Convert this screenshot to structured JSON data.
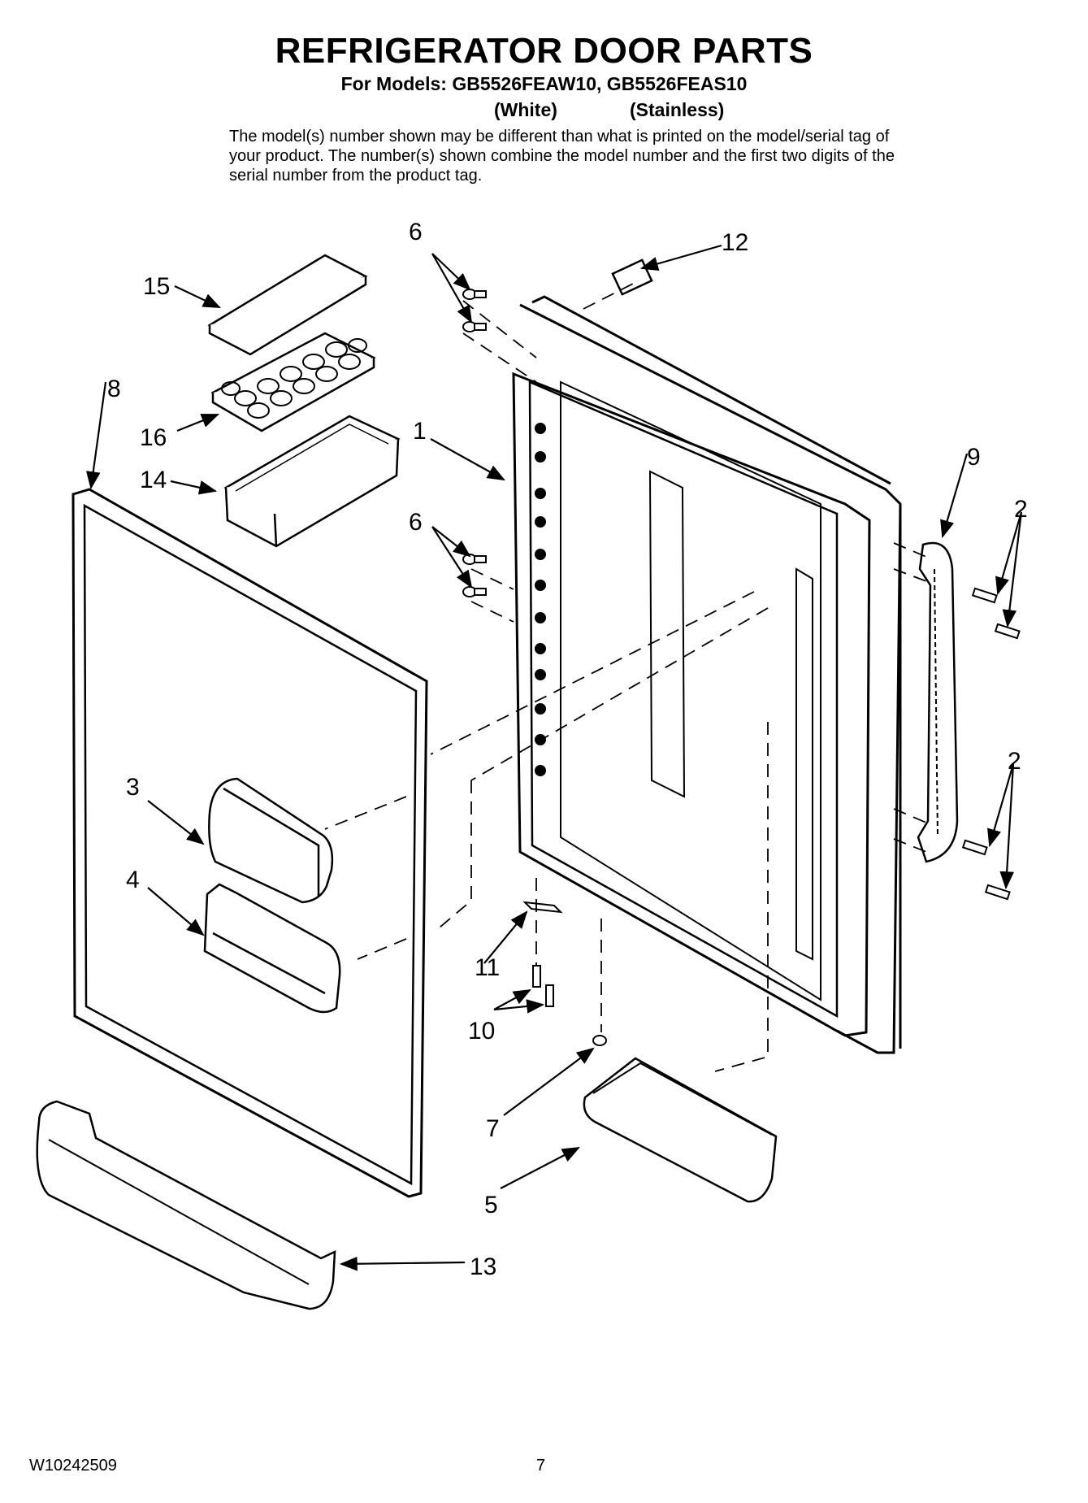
{
  "header": {
    "title": "REFRIGERATOR DOOR PARTS",
    "models_line": "For Models: GB5526FEAW10, GB5526FEAS10",
    "variant_white": "(White)",
    "variant_stainless": "(Stainless)",
    "note": "The model(s) number shown may be different than what is printed on the model/serial tag of your product. The number(s) shown combine the model number and the first two digits of the serial number from the product tag."
  },
  "callouts": {
    "c1": "1",
    "c2a": "2",
    "c2b": "2",
    "c3": "3",
    "c4": "4",
    "c5": "5",
    "c6a": "6",
    "c6b": "6",
    "c7": "7",
    "c8": "8",
    "c9": "9",
    "c10": "10",
    "c11": "11",
    "c12": "12",
    "c13": "13",
    "c14": "14",
    "c15": "15",
    "c16": "16"
  },
  "footer": {
    "doc_number": "W10242509",
    "page_number": "7"
  }
}
